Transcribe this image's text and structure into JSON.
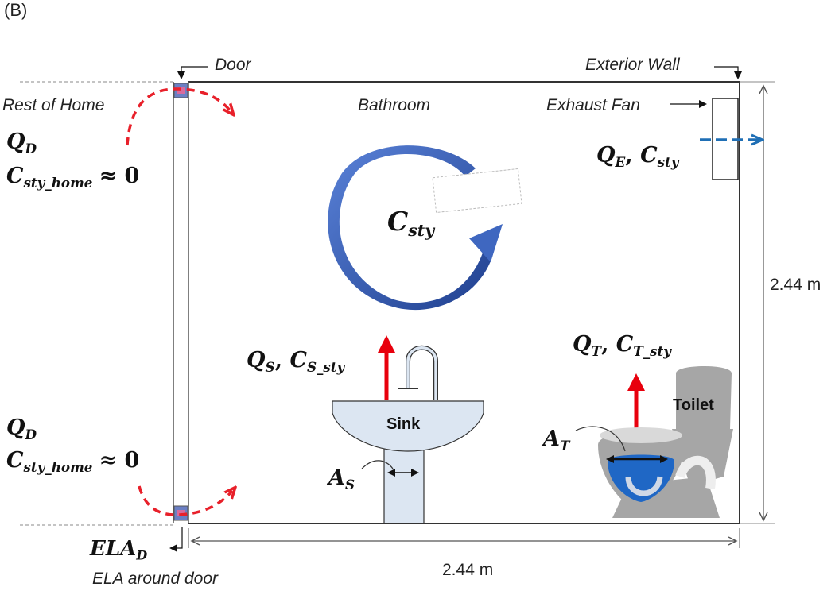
{
  "panel_label": "(B)",
  "labels": {
    "door": "Door",
    "exterior_wall": "Exterior Wall",
    "rest_of_home": "Rest of Home",
    "bathroom": "Bathroom",
    "exhaust_fan": "Exhaust Fan",
    "width": "2.44 m",
    "height": "2.44 m",
    "ela_around_door": "ELA around door",
    "sink": "Sink",
    "toilet": "Toilet"
  },
  "math": {
    "q": "Q",
    "c": "C",
    "a": "A",
    "sub_d": "D",
    "sub_e": "E",
    "sub_s": "S",
    "sub_t": "T",
    "sub_sty_home": "sty_home",
    "sub_sty": "sty",
    "sub_s_sty": "S_sty",
    "sub_t_sty": "T_sty",
    "sep": ",",
    "approx_zero": "≈ 0",
    "ela": "ELA"
  },
  "colors": {
    "door_airflow_arrow": "#e8202a",
    "exhaust_arrow": "#1f6fb5",
    "source_arrow": "#e8000d",
    "mixing_swirl": "#3f67c0",
    "toilet_water": "#1f67c5",
    "fixtures": "#dce6f2"
  },
  "icons": {
    "mixing": "circular-arrow-icon",
    "sink": "sink-icon",
    "toilet": "toilet-icon",
    "fan": "exhaust-fan-icon"
  }
}
